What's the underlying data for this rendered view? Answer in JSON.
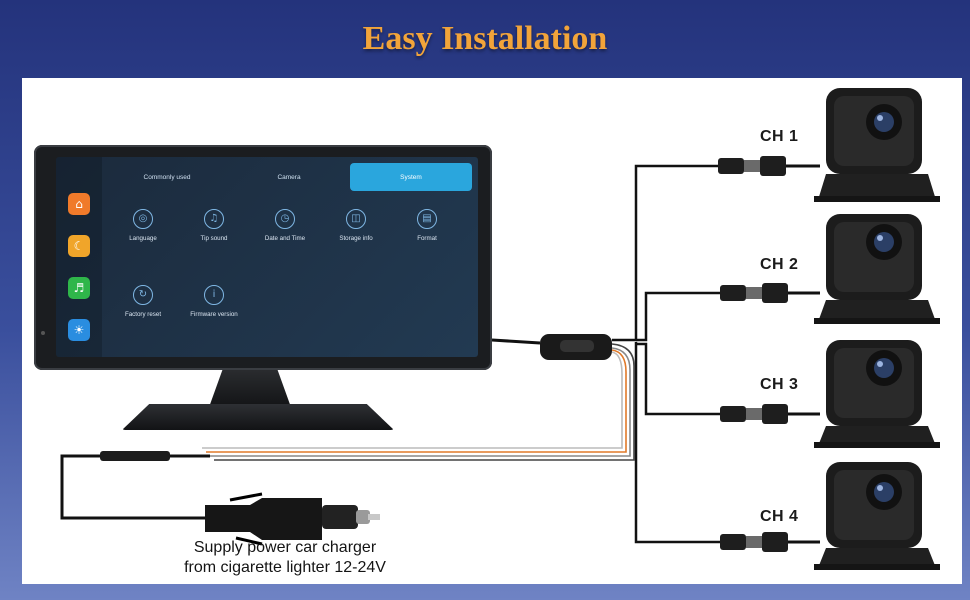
{
  "title": "Easy Installation",
  "screen": {
    "tabs": [
      {
        "label": "Commonly used",
        "active": false
      },
      {
        "label": "Camera",
        "active": false
      },
      {
        "label": "System",
        "active": true
      }
    ],
    "dock": [
      {
        "icon": "home-icon",
        "color": "#f07a2a"
      },
      {
        "icon": "moon-icon",
        "color": "#f0a52a"
      },
      {
        "icon": "volume-icon",
        "color": "#2fb64a"
      },
      {
        "icon": "brightness-icon",
        "color": "#2a8de0"
      }
    ],
    "settings": [
      {
        "label": "Language",
        "icon": "globe-icon"
      },
      {
        "label": "Tip sound",
        "icon": "music-icon"
      },
      {
        "label": "Date and Time",
        "icon": "clock-icon"
      },
      {
        "label": "Storage info",
        "icon": "folder-icon"
      },
      {
        "label": "Format",
        "icon": "trash-icon"
      },
      {
        "label": "Factory reset",
        "icon": "reset-icon"
      },
      {
        "label": "Firmware version",
        "icon": "info-icon"
      }
    ]
  },
  "channels": [
    {
      "label": "CH 1"
    },
    {
      "label": "CH 2"
    },
    {
      "label": "CH 3"
    },
    {
      "label": "CH 4"
    }
  ],
  "caption": {
    "line1": "Supply power car charger",
    "line2": "from cigarette lighter 12-24V"
  },
  "colors": {
    "background": "#2d3f8c",
    "title": "#f2a43a",
    "active_tab": "#2aa6dd"
  }
}
